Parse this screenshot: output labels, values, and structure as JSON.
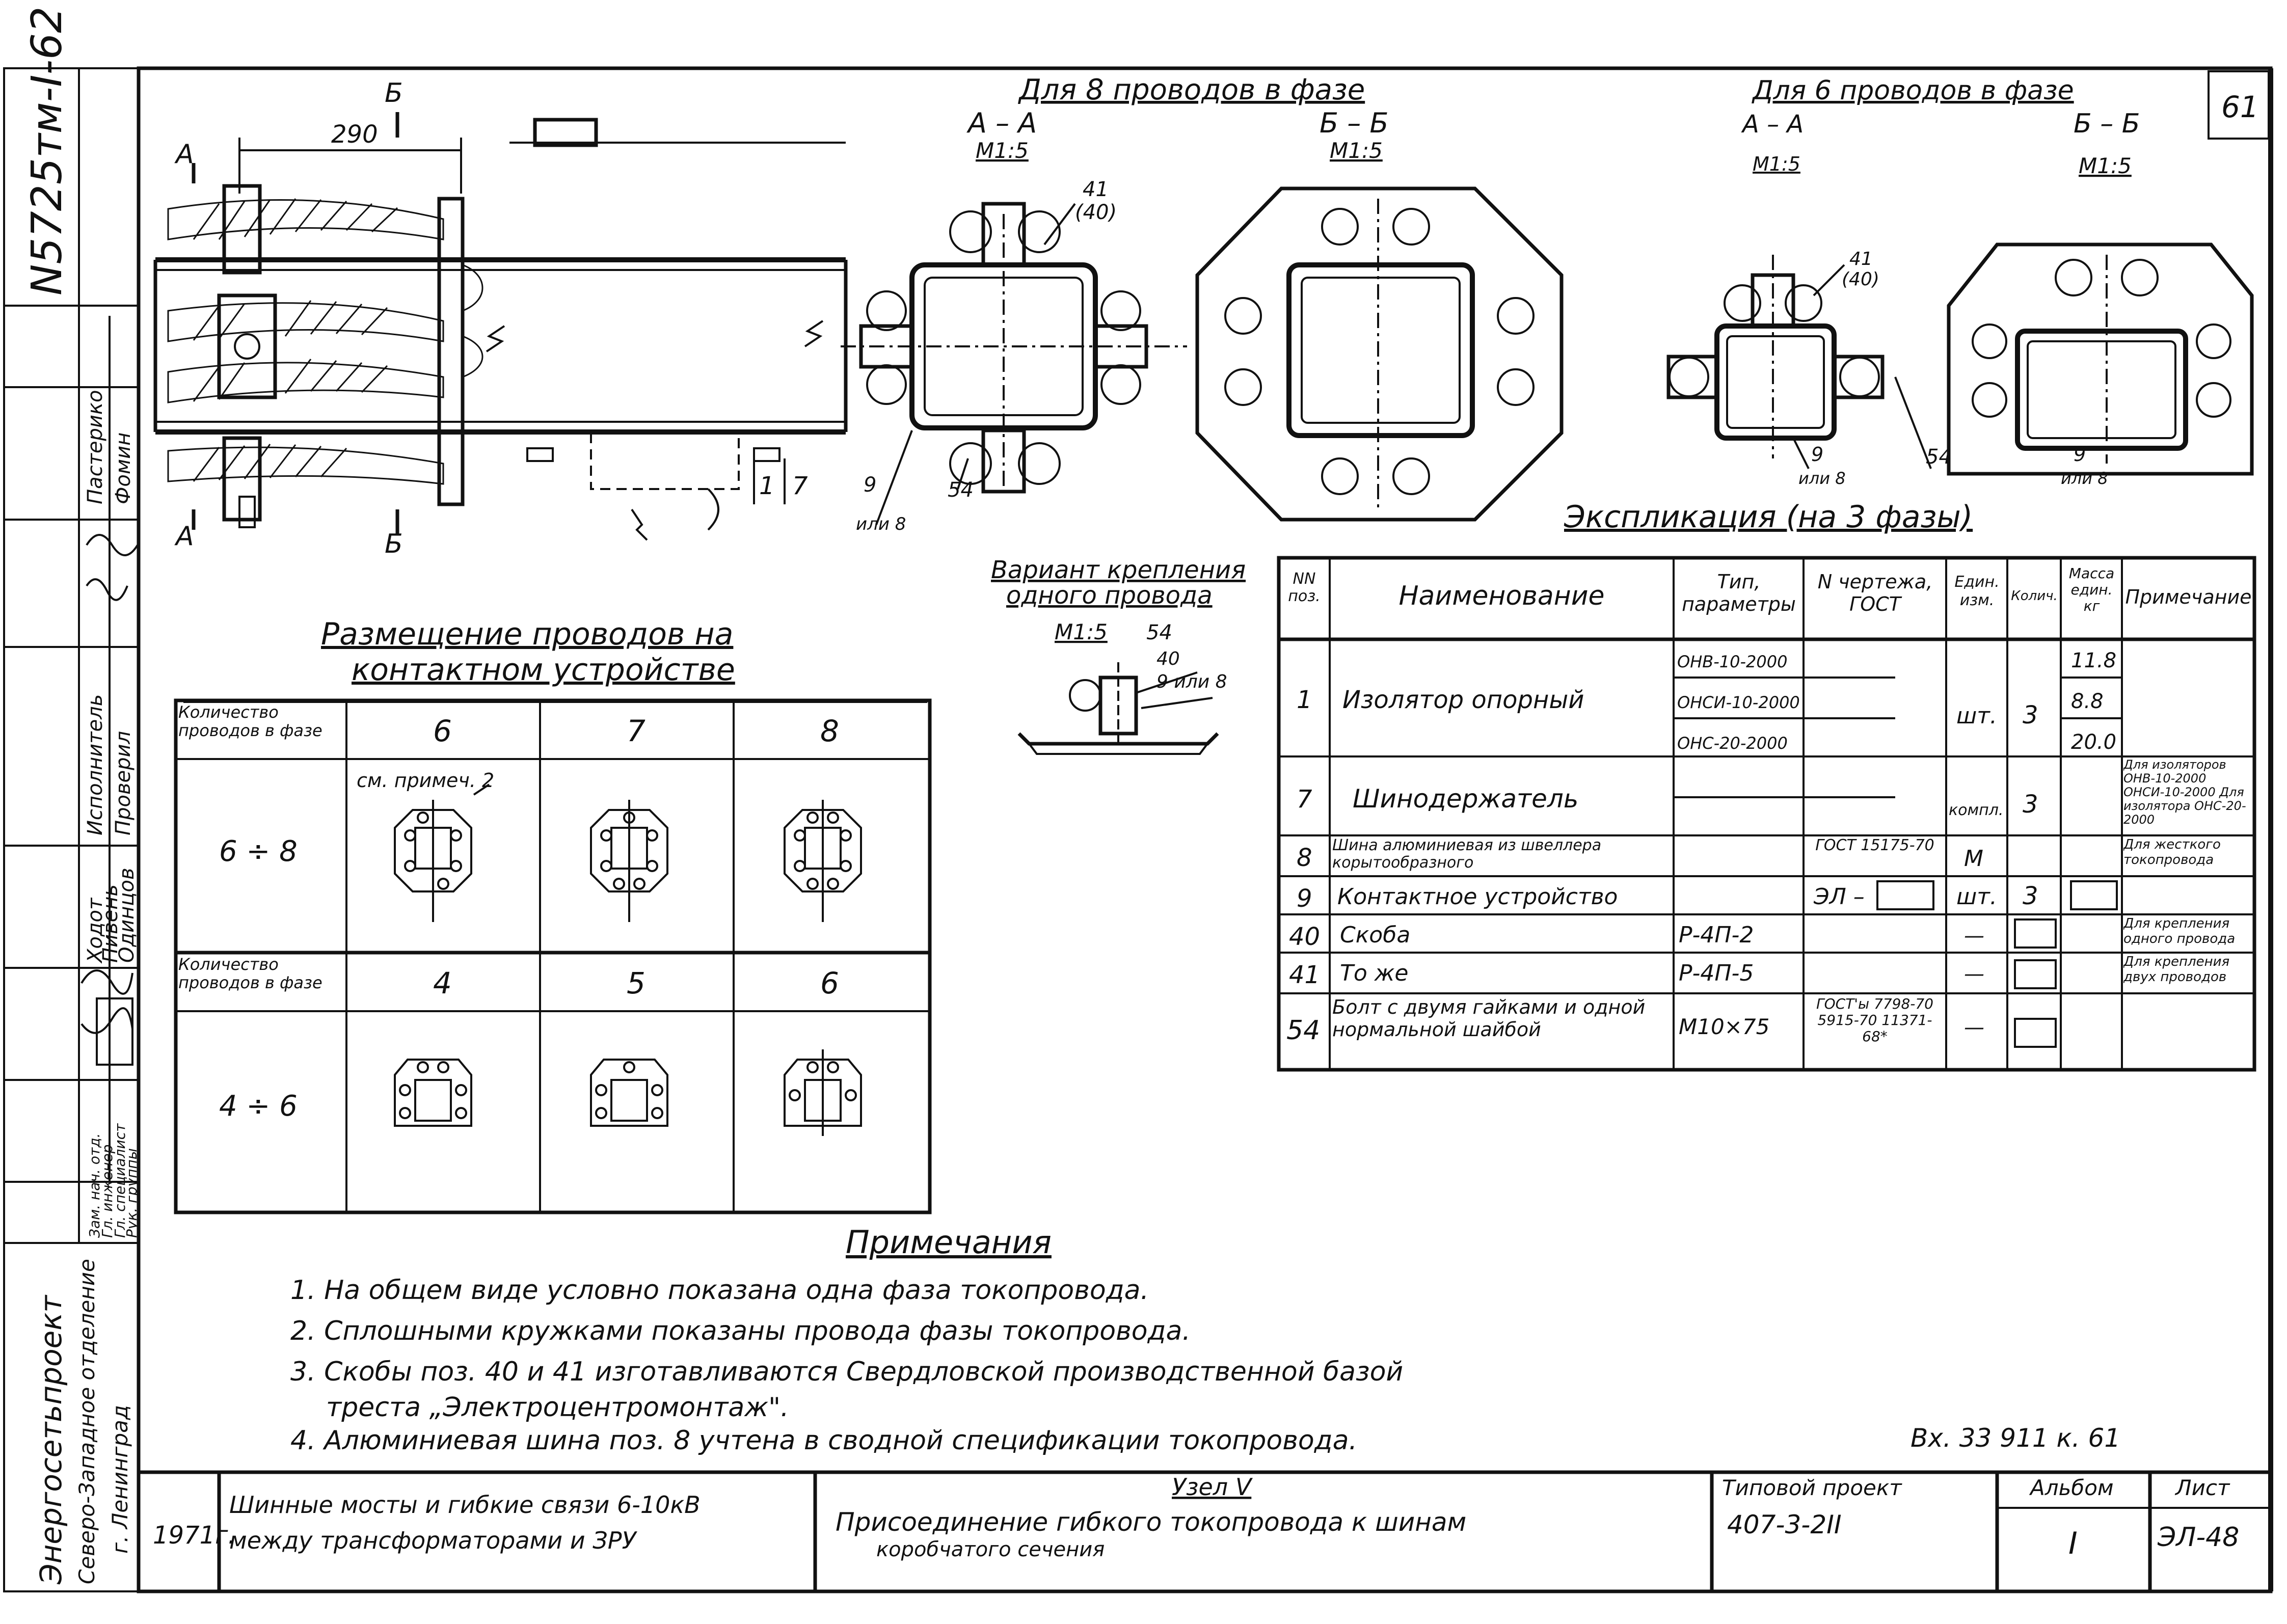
{
  "stamp": {
    "number": "N5725тм-I-62",
    "sheet_mark": "61",
    "inbox": "Вх. 33 911 к. 61"
  },
  "side": {
    "roles": [
      "Пастерико",
      "Фомин",
      "Исполнитель",
      "Проверил",
      "Ходот",
      "Пивень",
      "Одинцов"
    ],
    "positions": [
      "Зам. нач. отд.",
      "Гл. инженер",
      "Гл. специалист",
      "Рук. группы"
    ],
    "org_line1": "Энергосетьпроект",
    "org_line2": "Северо-Западное отделение",
    "org_line3": "г. Ленинград"
  },
  "view_main": {
    "dim_290": "290",
    "section_a": "А",
    "section_b": "Б",
    "dim_1": "1",
    "dim_7": "7"
  },
  "section8": {
    "heading": "Для 8 проводов в фазе",
    "aa_label": "А – А",
    "aa_scale": "М1:5",
    "bb_label": "Б – Б",
    "bb_scale": "М1:5",
    "callout_41": "41",
    "callout_40": "(40)",
    "callout_9": "9",
    "callout_8": "или 8",
    "callout_54": "54"
  },
  "section6": {
    "heading": "Для 6 проводов в фазе",
    "aa_label": "А – А",
    "aa_scale": "М1:5",
    "bb_label": "Б – Б",
    "bb_scale": "М1:5",
    "callout_41": "41",
    "callout_40": "(40)",
    "callout_9": "9",
    "callout_8": "или 8",
    "callout_54": "54"
  },
  "variant": {
    "title_line1": "Вариант крепления",
    "title_line2": "одного провода",
    "scale": "М1:5",
    "c54": "54",
    "c40": "40",
    "c9": "9 или 8"
  },
  "placement": {
    "title_line1": "Размещение проводов на",
    "title_line2": "контактном устройстве",
    "row1_label": "Количество проводов в фазе",
    "row1_values": [
      "6",
      "7",
      "8"
    ],
    "row1_range": "6 ÷ 8",
    "note_ref": "см. примеч. 2",
    "row2_label": "Количество проводов в фазе",
    "row2_values": [
      "4",
      "5",
      "6"
    ],
    "row2_range": "4 ÷ 6"
  },
  "explication": {
    "title": "Экспликация (на 3 фазы)",
    "headers": [
      "NN поз.",
      "Наименование",
      "Тип, параметры",
      "N чертежа, ГОСТ",
      "Един. изм.",
      "Колич.",
      "Масса един. кг",
      "Примечание"
    ],
    "rows": [
      {
        "pos": "1",
        "name": "Изолятор опорный",
        "types": [
          "ОНВ-10-2000",
          "ОНСИ-10-2000",
          "ОНС-20-2000"
        ],
        "doc": "",
        "unit": "шт.",
        "qty": "3",
        "mass": [
          "11.8",
          "8.8",
          "20.0"
        ],
        "note": ""
      },
      {
        "pos": "7",
        "name": "Шинодержатель",
        "types": [],
        "doc": "",
        "unit": "компл.",
        "qty": "3",
        "mass": [],
        "note": "Для изоляторов ОНВ-10-2000 ОНСИ-10-2000 Для изолятора ОНС-20-2000"
      },
      {
        "pos": "8",
        "name": "Шина алюминиевая из швеллера корытообразного",
        "types": [],
        "doc": "ГОСТ 15175-70",
        "unit": "М",
        "qty": "",
        "mass": [],
        "note": "Для жесткого токопровода"
      },
      {
        "pos": "9",
        "name": "Контактное устройство",
        "types": [],
        "doc": "ЭЛ –",
        "unit": "шт.",
        "qty": "3",
        "mass": [],
        "note": ""
      },
      {
        "pos": "40",
        "name": "Скоба",
        "types": [
          "Р-4П-2"
        ],
        "doc": "",
        "unit": "—",
        "qty": "",
        "mass": [],
        "note": "Для крепления одного провода"
      },
      {
        "pos": "41",
        "name": "То же",
        "types": [
          "Р-4П-5"
        ],
        "doc": "",
        "unit": "—",
        "qty": "",
        "mass": [],
        "note": "Для крепления двух проводов"
      },
      {
        "pos": "54",
        "name": "Болт с двумя гайками и одной нормальной шайбой",
        "types": [
          "М10×75"
        ],
        "doc": "ГОСТ'ы 7798-70 5915-70 11371-68*",
        "unit": "—",
        "qty": "",
        "mass": [],
        "note": ""
      }
    ]
  },
  "notes": {
    "title": "Примечания",
    "items": [
      "1. На общем виде условно показана одна фаза токопровода.",
      "2. Сплошными кружками показаны провода фазы токопровода.",
      "3. Скобы поз. 40 и 41 изготавливаются Свердловской производственной базой",
      "треста „Электроцентромонтаж\".",
      "4. Алюминиевая шина поз. 8 учтена в сводной спецификации токопровода."
    ]
  },
  "titleblock": {
    "year": "1971г.",
    "work_title_line1": "Шинные мосты и гибкие связи 6-10кВ",
    "work_title_line2": "между трансформаторами и ЗРУ",
    "node": "Узел V",
    "sheet_title_line1": "Присоединение гибкого токопровода к шинам",
    "sheet_title_line2": "коробчатого сечения",
    "project_label": "Типовой проект",
    "project": "407-3-2II",
    "album_label": "Альбом",
    "album": "I",
    "sheet_label": "Лист",
    "sheet": "ЭЛ-48"
  }
}
